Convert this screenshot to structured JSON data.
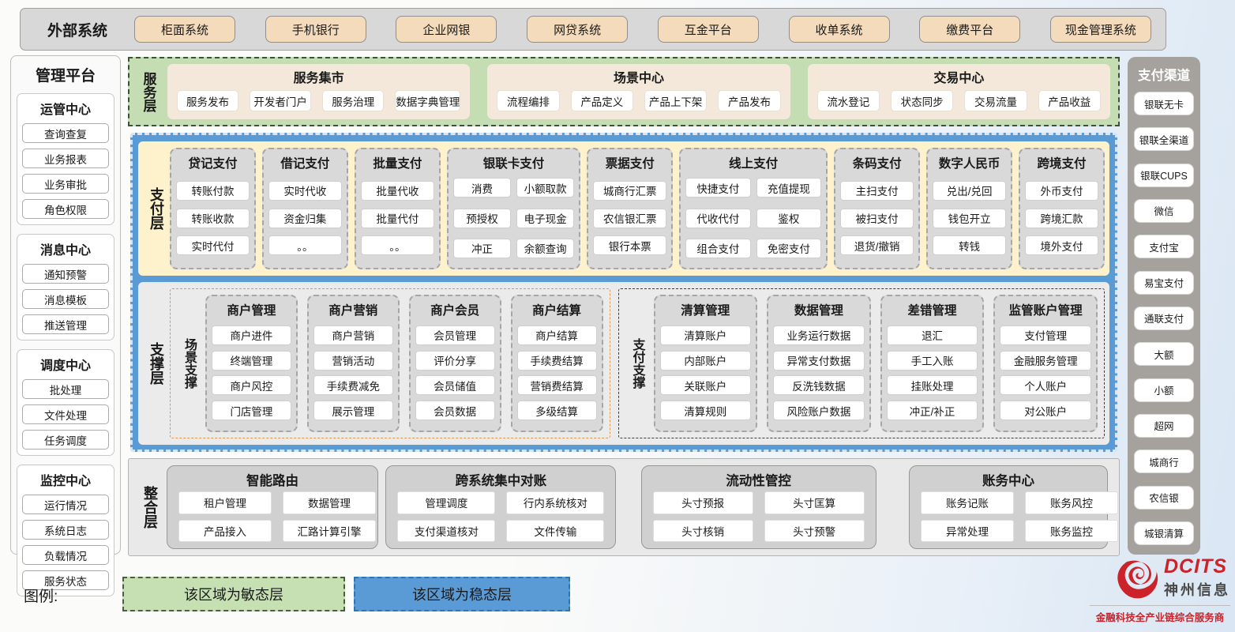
{
  "colors": {
    "stable_blue": "#5b9bd5",
    "agile_green": "#c6e0b4",
    "external_tan": "#f4dbbc",
    "payment_yellow": "#fdf2cc",
    "group_gray": "#d9d9d9",
    "channel_gray": "#a5a19c",
    "logo_red": "#cc2229"
  },
  "external_systems": {
    "label": "外部系统",
    "items": [
      "柜面系统",
      "手机银行",
      "企业网银",
      "网贷系统",
      "互金平台",
      "收单系统",
      "缴费平台",
      "现金管理系统"
    ]
  },
  "management_platform": {
    "title": "管理平台",
    "groups": [
      {
        "title": "运管中心",
        "items": [
          "查询查复",
          "业务报表",
          "业务审批",
          "角色权限"
        ]
      },
      {
        "title": "消息中心",
        "items": [
          "通知预警",
          "消息模板",
          "推送管理"
        ]
      },
      {
        "title": "调度中心",
        "items": [
          "批处理",
          "文件处理",
          "任务调度"
        ]
      },
      {
        "title": "监控中心",
        "items": [
          "运行情况",
          "系统日志",
          "负载情况",
          "服务状态"
        ]
      }
    ]
  },
  "service_layer": {
    "label": "服务层",
    "groups": [
      {
        "title": "服务集市",
        "items": [
          "服务发布",
          "开发者门户",
          "服务治理",
          "数据字典管理"
        ]
      },
      {
        "title": "场景中心",
        "items": [
          "流程编排",
          "产品定义",
          "产品上下架",
          "产品发布"
        ]
      },
      {
        "title": "交易中心",
        "items": [
          "流水登记",
          "状态同步",
          "交易流量",
          "产品收益"
        ]
      }
    ]
  },
  "payment_layer": {
    "label": "支付层",
    "groups": [
      {
        "title": "贷记支付",
        "items": [
          "转账付款",
          "转账收款",
          "实时代付"
        ]
      },
      {
        "title": "借记支付",
        "items": [
          "实时代收",
          "资金归集",
          "。。"
        ]
      },
      {
        "title": "批量支付",
        "items": [
          "批量代收",
          "批量代付",
          "。。"
        ]
      },
      {
        "title": "银联卡支付",
        "items": [
          "消费",
          "小额取款",
          "预授权",
          "电子现金",
          "冲正",
          "余额查询"
        ]
      },
      {
        "title": "票据支付",
        "items": [
          "城商行汇票",
          "农信银汇票",
          "银行本票"
        ]
      },
      {
        "title": "线上支付",
        "items": [
          "快捷支付",
          "充值提现",
          "代收代付",
          "鉴权",
          "组合支付",
          "免密支付"
        ]
      },
      {
        "title": "条码支付",
        "items": [
          "主扫支付",
          "被扫支付",
          "退货/撤销"
        ]
      },
      {
        "title": "数字人民币",
        "items": [
          "兑出/兑回",
          "钱包开立",
          "转钱"
        ]
      },
      {
        "title": "跨境支付",
        "items": [
          "外币支付",
          "跨境汇款",
          "境外支付"
        ]
      }
    ]
  },
  "support_layer": {
    "label": "支撑层",
    "scene_support": {
      "label": "场景支撑",
      "groups": [
        {
          "title": "商户管理",
          "items": [
            "商户进件",
            "终端管理",
            "商户风控",
            "门店管理"
          ]
        },
        {
          "title": "商户营销",
          "items": [
            "商户营销",
            "营销活动",
            "手续费减免",
            "展示管理"
          ]
        },
        {
          "title": "商户会员",
          "items": [
            "会员管理",
            "评价分享",
            "会员储值",
            "会员数据"
          ]
        },
        {
          "title": "商户结算",
          "items": [
            "商户结算",
            "手续费结算",
            "营销费结算",
            "多级结算"
          ]
        }
      ]
    },
    "payment_support": {
      "label": "支付支撑",
      "groups": [
        {
          "title": "清算管理",
          "items": [
            "清算账户",
            "内部账户",
            "关联账户",
            "清算规则"
          ]
        },
        {
          "title": "数据管理",
          "items": [
            "业务运行数据",
            "异常支付数据",
            "反洗钱数据",
            "风险账户数据"
          ]
        },
        {
          "title": "差错管理",
          "items": [
            "退汇",
            "手工入账",
            "挂账处理",
            "冲正/补正"
          ]
        },
        {
          "title": "监管账户管理",
          "items": [
            "支付管理",
            "金融服务管理",
            "个人账户",
            "对公账户"
          ]
        }
      ]
    }
  },
  "integration_layer": {
    "label": "整合层",
    "groups": [
      {
        "title": "智能路由",
        "items": [
          "租户管理",
          "数据管理",
          "产品接入",
          "汇路计算引擎"
        ]
      },
      {
        "title": "跨系统集中对账",
        "items": [
          "管理调度",
          "行内系统核对",
          "支付渠道核对",
          "文件传输"
        ]
      },
      {
        "title": "流动性管控",
        "items": [
          "头寸预报",
          "头寸匡算",
          "头寸核销",
          "头寸预警"
        ]
      },
      {
        "title": "账务中心",
        "items": [
          "账务记账",
          "账务风控",
          "异常处理",
          "账务监控"
        ]
      }
    ]
  },
  "payment_channels": {
    "title": "支付渠道",
    "items": [
      "银联无卡",
      "银联全渠道",
      "银联CUPS",
      "微信",
      "支付宝",
      "易宝支付",
      "通联支付",
      "大额",
      "小额",
      "超网",
      "城商行",
      "农信银",
      "城银清算"
    ]
  },
  "legend": {
    "label": "图例:",
    "agile": "该区域为敏态层",
    "stable": "该区域为稳态层"
  },
  "logo": {
    "en": "DCITS",
    "cn": "神州信息",
    "tagline": "金融科技全产业链综合服务商"
  }
}
